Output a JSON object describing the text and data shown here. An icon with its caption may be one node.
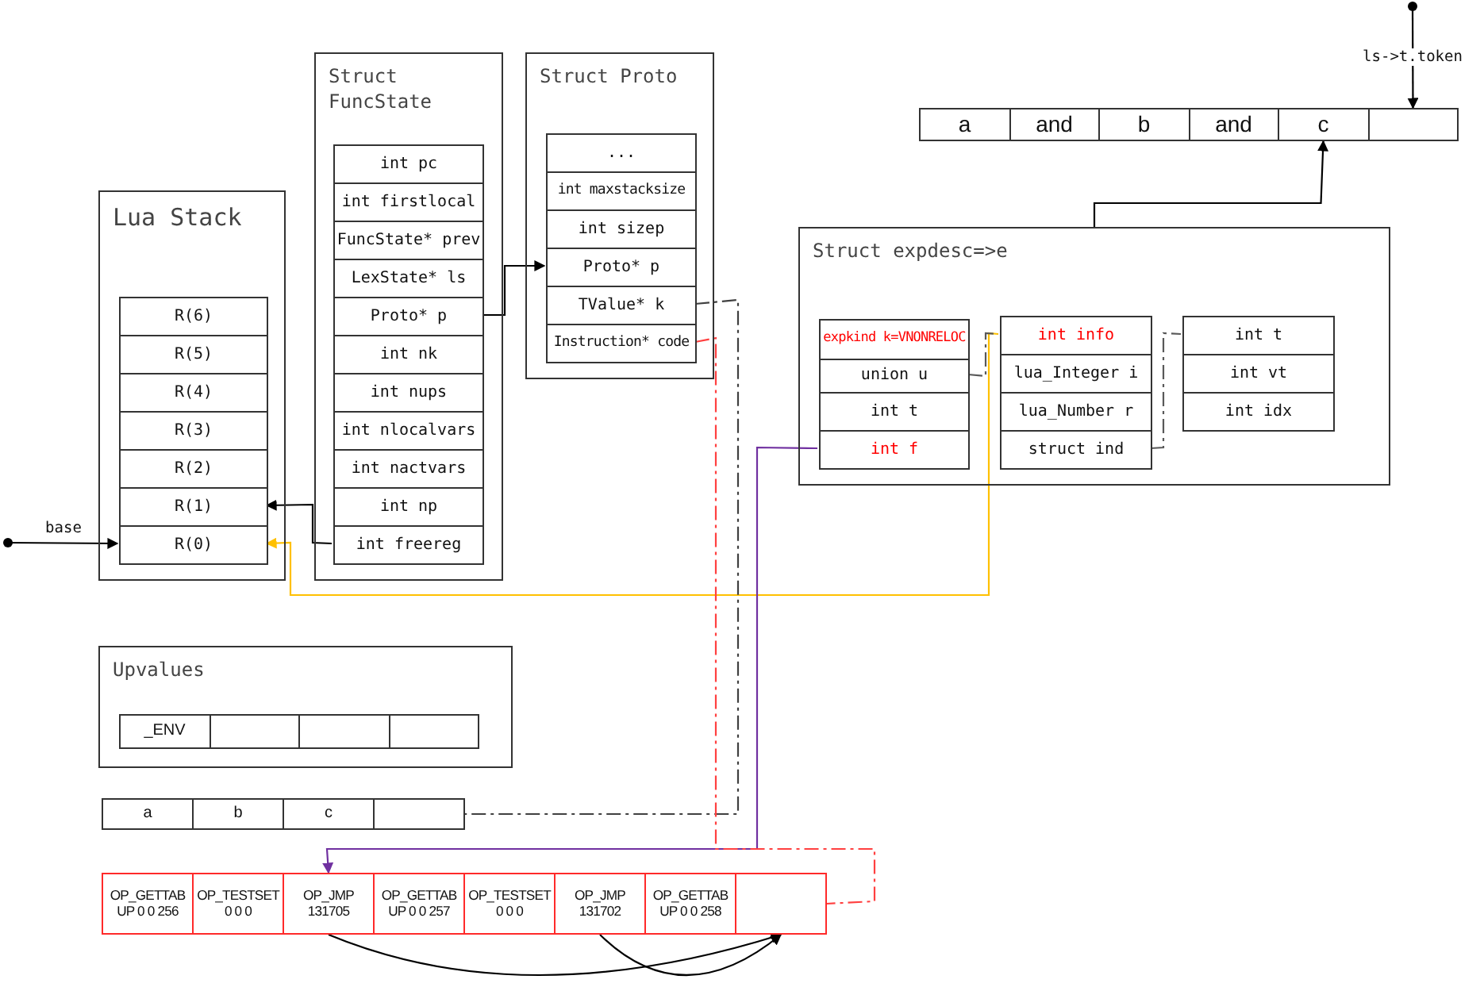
{
  "diagram": {
    "nodes": [
      {
        "text": [
          "Lua Stack"
        ]
      },
      {
        "text": [
          "R(6)"
        ],
        "in": 0
      },
      {
        "text": [
          "R(5)"
        ],
        "in": 0
      },
      {
        "text": [
          "R(4)"
        ],
        "in": 0
      },
      {
        "text": [
          "R(3)"
        ],
        "in": 0
      },
      {
        "text": [
          "R(2)"
        ],
        "in": 0
      },
      {
        "text": [
          "R(1)"
        ],
        "in": 0
      },
      {
        "text": [
          "R(0)"
        ],
        "in": 0
      },
      {
        "text": [
          "Struct FuncState"
        ]
      },
      {
        "text": [
          "int pc"
        ],
        "in": 8
      },
      {
        "text": [
          "int firstlocal"
        ],
        "in": 8
      },
      {
        "text": [
          "FuncState* prev"
        ],
        "in": 8
      },
      {
        "text": [
          "LexState* ls"
        ],
        "in": 8
      },
      {
        "text": [
          "Proto* p"
        ],
        "in": 8
      },
      {
        "text": [
          "int nk"
        ],
        "in": 8
      },
      {
        "text": [
          "int nups"
        ],
        "in": 8
      },
      {
        "text": [
          "int nlocalvars"
        ],
        "in": 8
      },
      {
        "text": [
          "int nactvars"
        ],
        "in": 8
      },
      {
        "text": [
          "int np"
        ],
        "in": 8
      },
      {
        "text": [
          "int freereg"
        ],
        "in": 8
      },
      {
        "text": [
          "Struct Proto"
        ]
      },
      {
        "text": [
          "..."
        ],
        "in": 20
      },
      {
        "text": [
          "int maxstacksize"
        ],
        "in": 20
      },
      {
        "text": [
          "int sizep"
        ],
        "in": 20
      },
      {
        "text": [
          "Proto* p"
        ],
        "in": 20
      },
      {
        "text": [
          "TValue* k"
        ],
        "in": 20
      },
      {
        "text": [
          "Instruction* code"
        ],
        "in": 20
      },
      {
        "text": [
          "a"
        ]
      },
      {
        "text": [
          "and"
        ]
      },
      {
        "text": [
          "b"
        ]
      },
      {
        "text": [
          "and"
        ]
      },
      {
        "text": [
          "c"
        ]
      },
      {
        "text": [],
        "shape": "box"
      },
      {
        "text": [
          "Struct expdesc=>e"
        ]
      },
      {
        "text": [
          "expkind k=VNONRELOC"
        ],
        "in": 33
      },
      {
        "text": [
          "union u"
        ],
        "in": 33
      },
      {
        "text": [
          "int t"
        ],
        "in": 33
      },
      {
        "text": [
          "int f"
        ],
        "in": 33
      },
      {
        "text": [
          "int info"
        ],
        "in": 33
      },
      {
        "text": [
          "lua_Integer i"
        ],
        "in": 33
      },
      {
        "text": [
          "lua_Number r"
        ],
        "in": 33
      },
      {
        "text": [
          "struct ind"
        ],
        "in": 33
      },
      {
        "text": [
          "int t"
        ],
        "in": 33
      },
      {
        "text": [
          "int vt"
        ],
        "in": 33
      },
      {
        "text": [
          "int idx"
        ],
        "in": 33
      },
      {
        "text": [
          "Upvalues"
        ]
      },
      {
        "text": [
          "_ENV"
        ],
        "in": 45
      },
      {
        "text": [],
        "shape": "box",
        "in": 45
      },
      {
        "text": [],
        "shape": "box",
        "in": 45
      },
      {
        "text": [],
        "shape": "box",
        "in": 45
      },
      {
        "text": [
          "a"
        ]
      },
      {
        "text": [
          "b"
        ]
      },
      {
        "text": [
          "c"
        ]
      },
      {
        "text": [],
        "shape": "box"
      },
      {
        "text": [
          "OP_GETTAB UP 0 0 256"
        ]
      },
      {
        "text": [
          "OP_TESTSET 0 0 0"
        ]
      },
      {
        "text": [
          "OP_JMP 131705"
        ]
      },
      {
        "text": [
          "OP_GETTAB UP 0 0 257"
        ]
      },
      {
        "text": [
          "OP_TESTSET 0 0 0"
        ]
      },
      {
        "text": [
          "OP_JMP 131702"
        ]
      },
      {
        "text": [
          "OP_GETTAB UP 0 0 258"
        ]
      },
      {
        "text": [],
        "shape": "box"
      }
    ],
    "edges": [
      {
        "from": 19,
        "to": 6,
        "arrow": "to"
      },
      {
        "from": 13,
        "to": 24,
        "arrow": "to"
      },
      {
        "from": 33,
        "to": 31,
        "arrow": "to"
      },
      {
        "from": null,
        "to": 32,
        "arrow": "to",
        "label": "ls->t.token"
      },
      {
        "from": null,
        "to": 7,
        "arrow": "to",
        "label": "base"
      },
      {
        "from": 38,
        "to": 7,
        "arrow": "to",
        "color": "#ffc000"
      },
      {
        "from": 37,
        "to": 56,
        "arrow": "to",
        "color": "#7030a0"
      },
      {
        "from": 35,
        "to": 38,
        "arrow": "none",
        "style": "dashed",
        "color": "#595959"
      },
      {
        "from": 41,
        "to": 42,
        "arrow": "none",
        "style": "dashed",
        "color": "#595959"
      },
      {
        "from": 25,
        "to": 53,
        "arrow": "none",
        "style": "dashed",
        "color": "#404040"
      },
      {
        "from": 26,
        "to": 61,
        "arrow": "none",
        "style": "dashed",
        "color": "#ff4040"
      },
      {
        "from": 56,
        "to": 61,
        "arrow": "to"
      },
      {
        "from": 59,
        "to": 61,
        "arrow": "to"
      }
    ]
  }
}
